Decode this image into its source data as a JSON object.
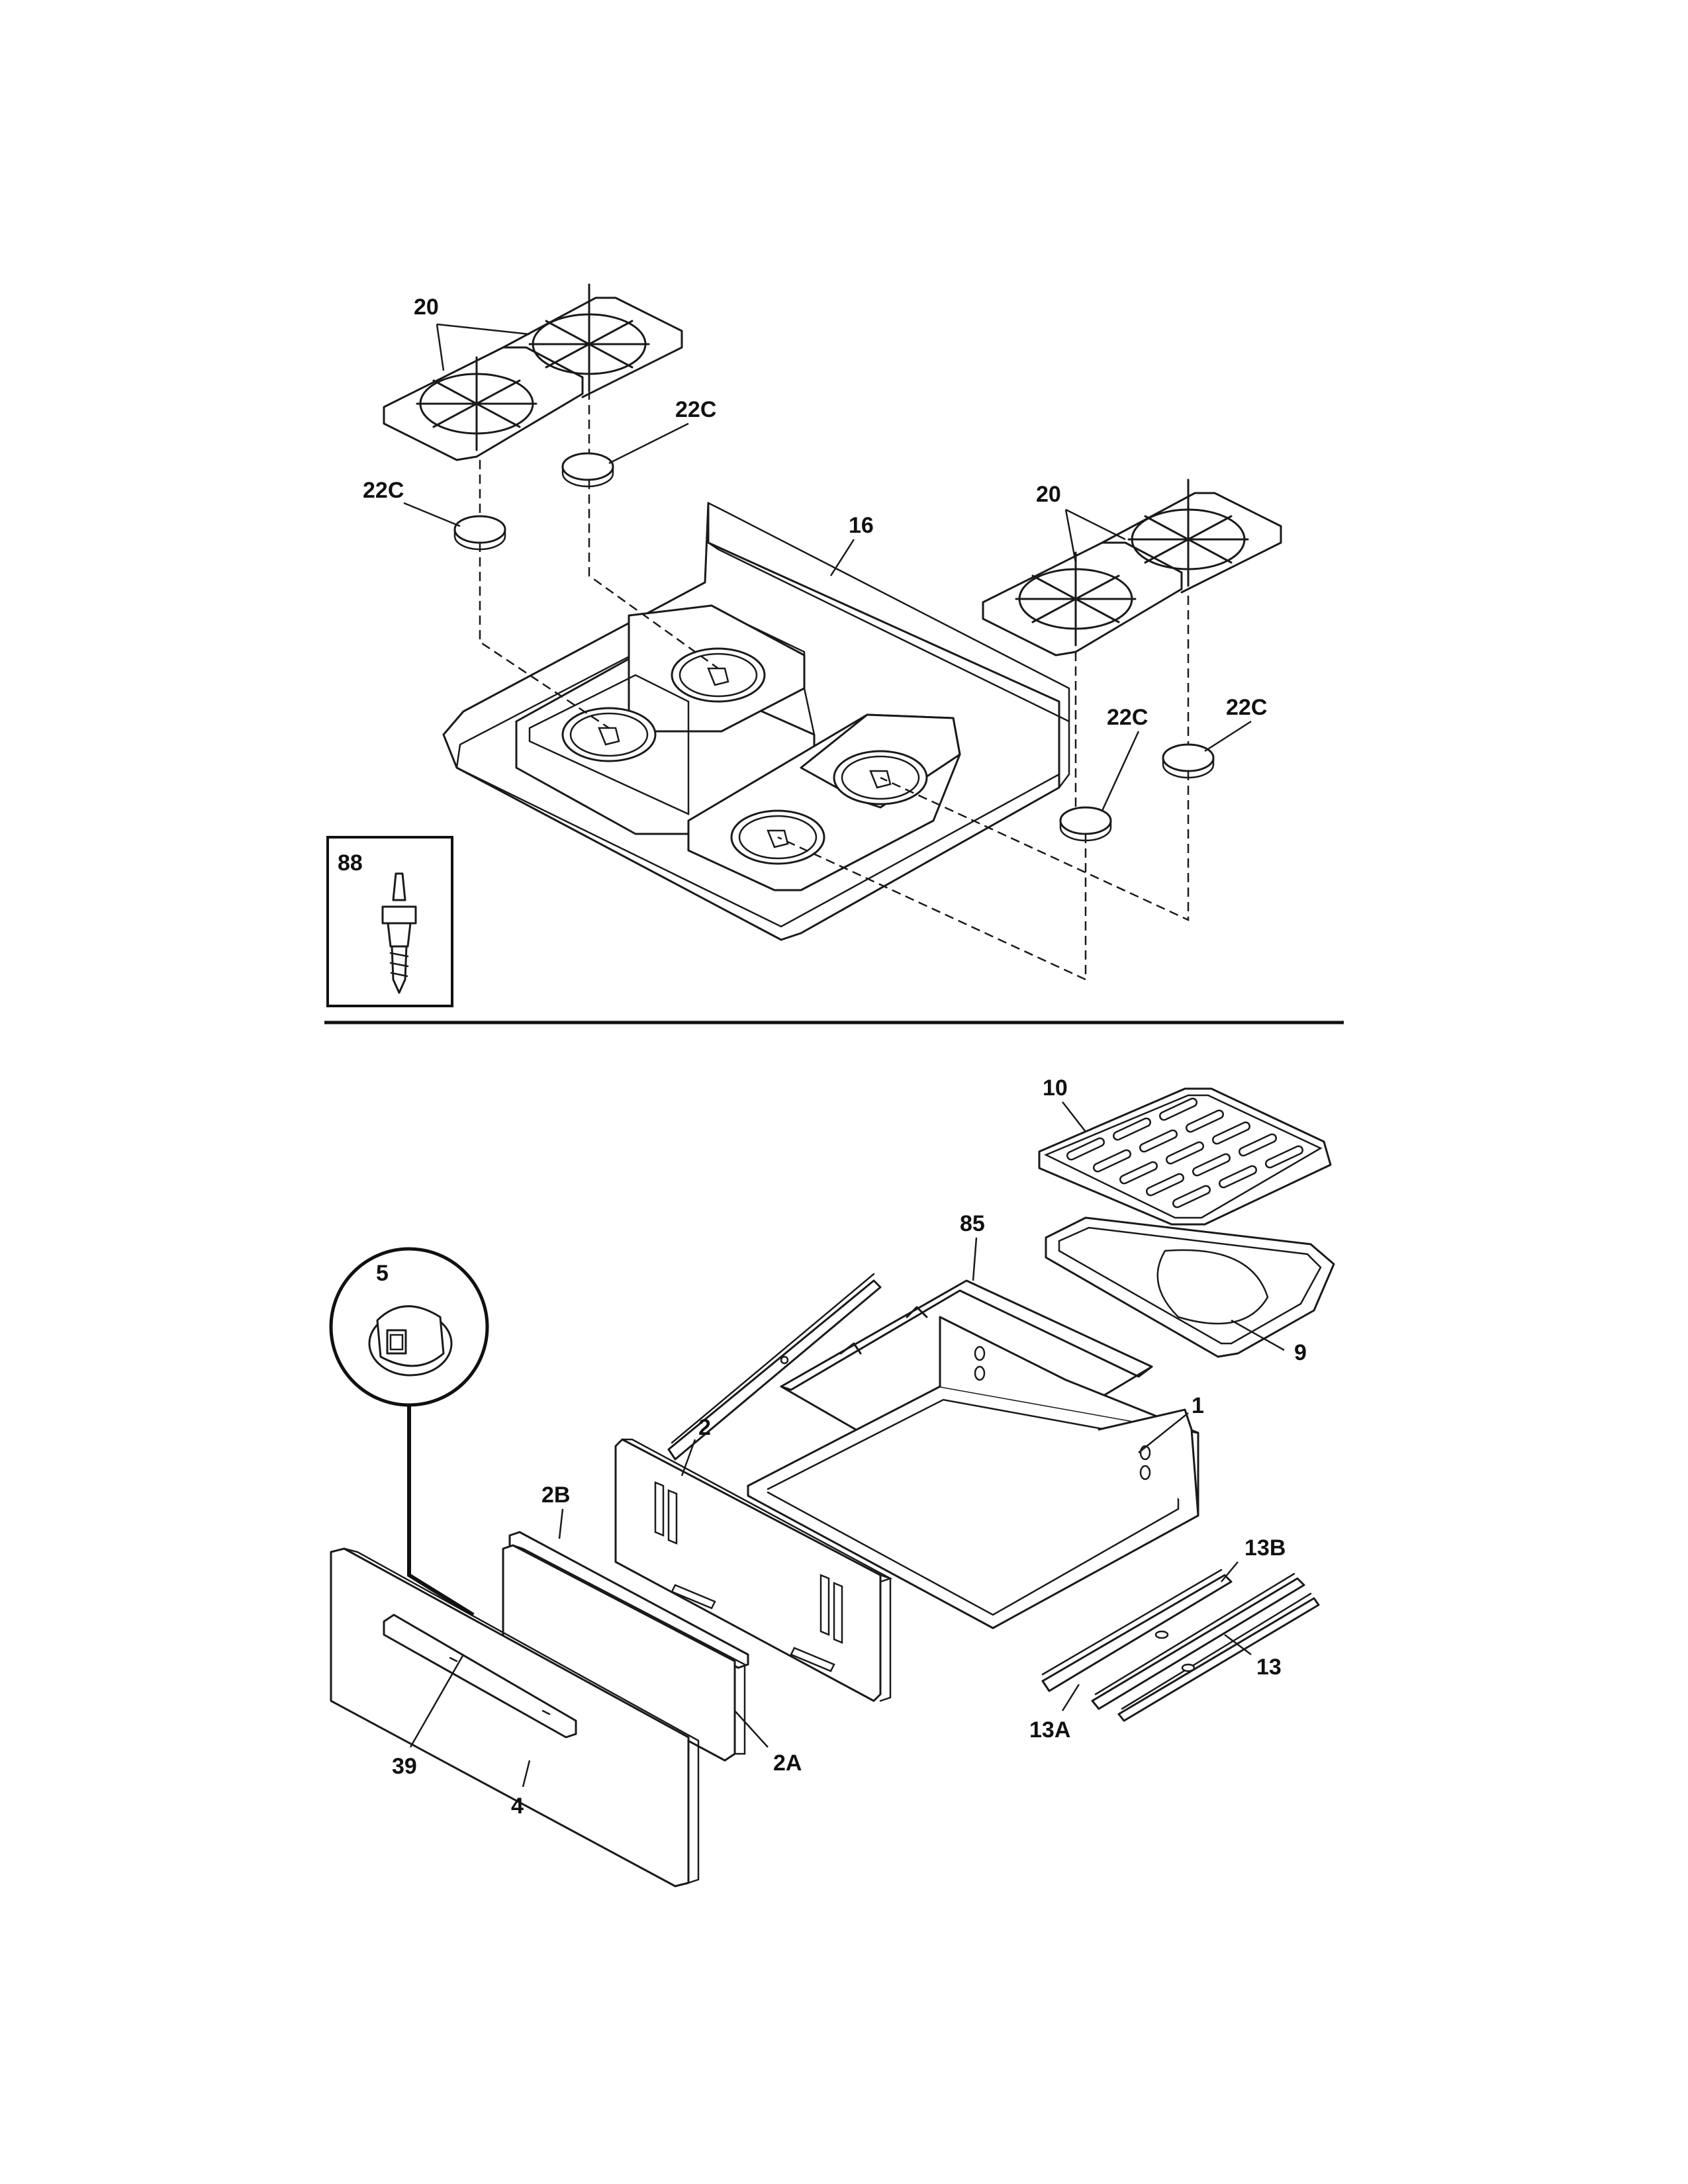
{
  "callouts": {
    "grates_top_left": "20",
    "grates_right": "20",
    "cap_top": "22C",
    "cap_left": "22C",
    "cap_right_1": "22C",
    "cap_right_2": "22C",
    "cooktop": "16",
    "inset_screw": "88",
    "broiler_grid": "10",
    "broiler_pan": "9",
    "rack": "85",
    "knob": "5",
    "drawer_body": "1",
    "drawer_back": "2",
    "drawer_panel_strip": "2B",
    "drawer_panel_bracket": "2A",
    "drawer_front": "4",
    "drawer_handle": "39",
    "rail_13B": "13B",
    "rail_13": "13",
    "rail_13A": "13A"
  }
}
